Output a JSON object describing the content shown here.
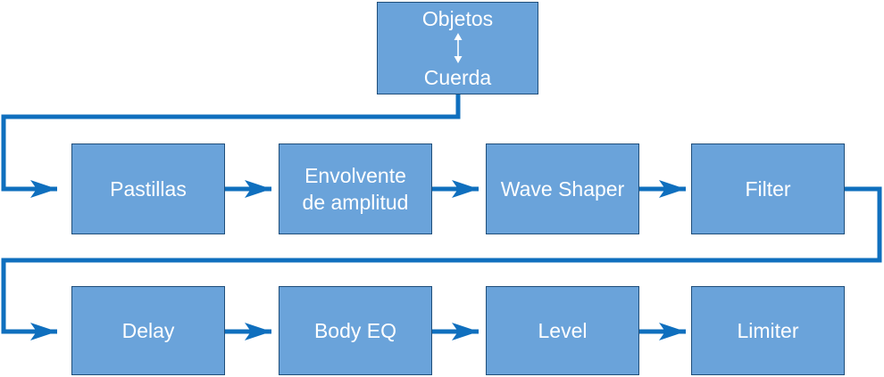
{
  "diagram": {
    "source_top": "Objetos",
    "source_bottom": "Cuerda",
    "source_link_icon": "double-arrow-vertical",
    "row1": [
      "Pastillas",
      "Envolvente\nde amplitud",
      "Wave Shaper",
      "Filter"
    ],
    "row2": [
      "Delay",
      "Body EQ",
      "Level",
      "Limiter"
    ],
    "colors": {
      "box_fill": "#6aa3da",
      "box_border": "#1f4e7a",
      "box_text": "#ffffff",
      "connector": "#0f6fbe"
    }
  }
}
